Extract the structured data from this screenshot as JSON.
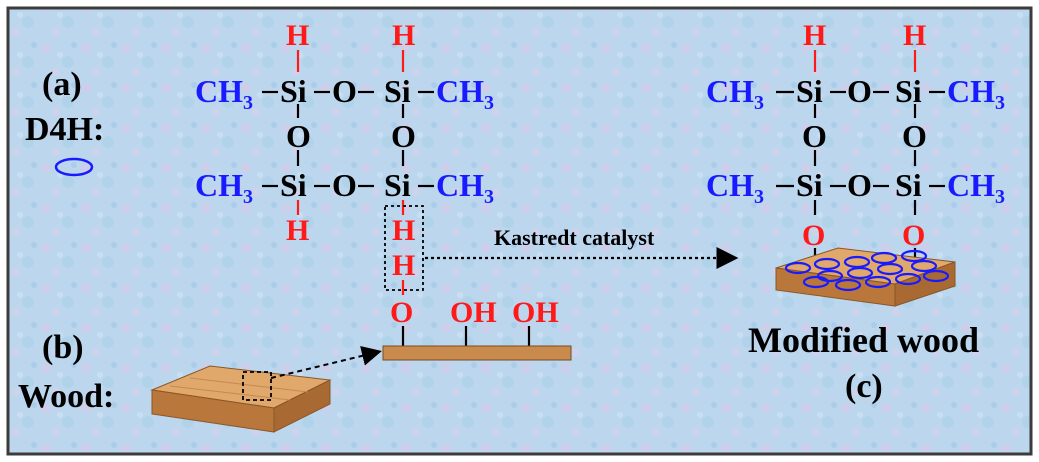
{
  "colors": {
    "background_base": "#bcd6ee",
    "frame": "#3b3b3b",
    "text_black": "#000000",
    "text_blue": "#1a1aff",
    "text_red": "#ff1a1a",
    "wood_top": "#e0a86a",
    "wood_side": "#a86a32",
    "wood_plank": "#c98a4e"
  },
  "panel_a": {
    "tag": "(a)",
    "name": "D4H:",
    "legend_icon": "blue-ellipse-icon"
  },
  "panel_b": {
    "tag": "(b)",
    "name": "Wood:"
  },
  "panel_c": {
    "tag": "(c)",
    "name": "Modified wood"
  },
  "molecule": {
    "si": "Si",
    "o": "O",
    "h": "H",
    "ch3_main": "CH",
    "ch3_sub": "3"
  },
  "wood_surface": {
    "oh1": "OH",
    "oh2": "OH",
    "o_bridge": "O",
    "h_bridge": "H"
  },
  "reaction": {
    "catalyst_label": "Kastredt catalyst"
  }
}
